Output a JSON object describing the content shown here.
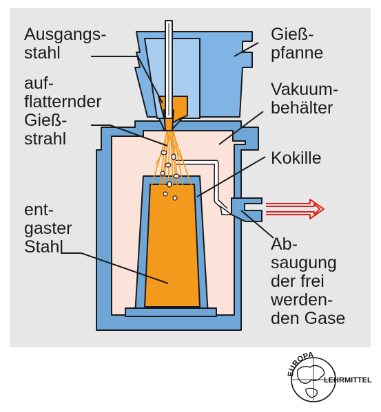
{
  "labels": {
    "ausgangsstahl": [
      "Ausgangs-",
      "stahl"
    ],
    "giesspfanne": [
      "Gieß-",
      "pfanne"
    ],
    "aufflatternder": [
      "auf-",
      "flatternder",
      "Gieß-",
      "strahl"
    ],
    "vakuumbehaelter": [
      "Vakuum-",
      "behälter"
    ],
    "kokille": [
      "Kokille"
    ],
    "entgaster_stahl": [
      "ent-",
      "gaster",
      "Stahl"
    ],
    "absaugung": [
      "Ab-",
      "saugung",
      "der frei",
      "werden-",
      "den Gase"
    ]
  },
  "logo": {
    "top": "EUROPA",
    "right": "LEHRMITTEL"
  },
  "colors": {
    "panel": "#e7e7e7",
    "vessel_blue": "#6fa6d8",
    "ladle_blue": "#7fb4e4",
    "interior": "#fbe3da",
    "steel": "#f39a1c",
    "arrow_red": "#e2241f",
    "outline": "#1a1a1a"
  }
}
